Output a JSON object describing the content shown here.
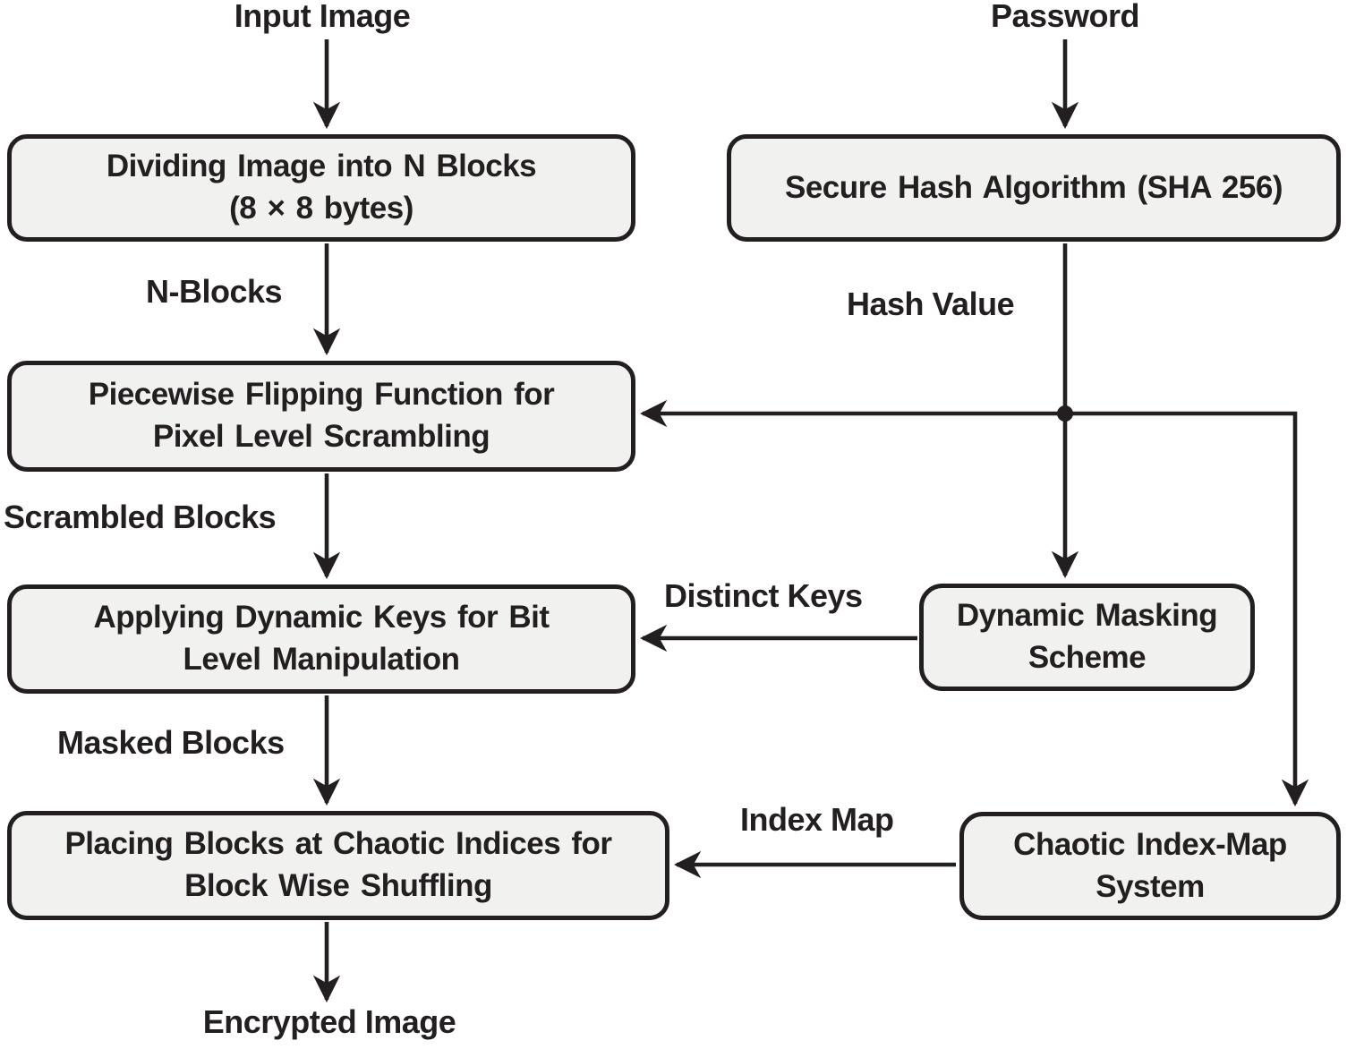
{
  "figure": {
    "type": "flowchart",
    "background_color": "#ffffff",
    "line_color": "#231f20",
    "box_fill_color": "#f1f1ef",
    "box_border_color": "#231f20",
    "text_color": "#231f20"
  },
  "nodes": {
    "input_image": {
      "label": "Input Image"
    },
    "password": {
      "label": "Password"
    },
    "dividing": {
      "lines": [
        "Dividing Image into N Blocks",
        "(8 × 8 bytes)"
      ]
    },
    "sha": {
      "lines": [
        "Secure Hash Algorithm (SHA 256)"
      ]
    },
    "piecewise": {
      "lines": [
        "Piecewise Flipping Function for",
        "Pixel Level Scrambling"
      ]
    },
    "applying": {
      "lines": [
        "Applying Dynamic Keys for Bit",
        "Level Manipulation"
      ]
    },
    "masking": {
      "lines": [
        "Dynamic Masking",
        "Scheme"
      ]
    },
    "placing": {
      "lines": [
        "Placing Blocks at Chaotic Indices for",
        "Block Wise Shuffling"
      ]
    },
    "chaotic": {
      "lines": [
        "Chaotic Index-Map",
        "System"
      ]
    },
    "encrypted_image": {
      "label": "Encrypted Image"
    }
  },
  "edge_labels": {
    "n_blocks": "N-Blocks",
    "hash_value": "Hash Value",
    "scrambled_blocks": "Scrambled Blocks",
    "distinct_keys": "Distinct Keys",
    "masked_blocks": "Masked Blocks",
    "index_map": "Index Map"
  }
}
